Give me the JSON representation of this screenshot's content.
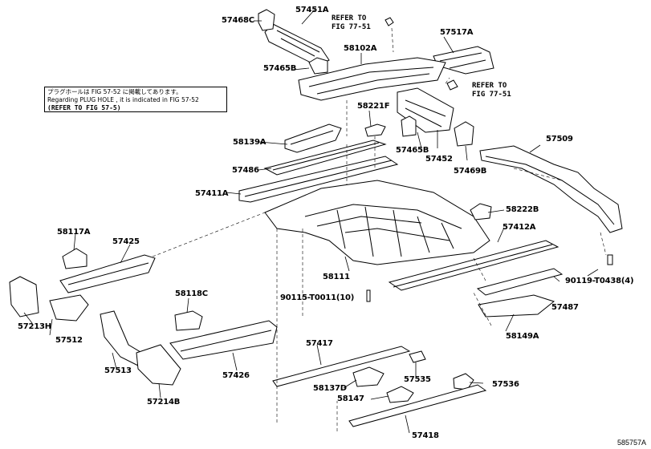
{
  "labels": {
    "p57468C": "57468C",
    "p57451A": "57451A",
    "p57517A": "57517A",
    "p58102A": "58102A",
    "p57465B_top": "57465B",
    "p58221F": "58221F",
    "p57465B_mid": "57465B",
    "p57452": "57452",
    "p57469B": "57469B",
    "p58139A": "58139A",
    "p57509": "57509",
    "p57486": "57486",
    "p57411A": "57411A",
    "p58222B": "58222B",
    "p58117A": "58117A",
    "p57425": "57425",
    "p57412A": "57412A",
    "p58111": "58111",
    "p90119": "90119-T0438(4)",
    "p57213H": "57213H",
    "p57512": "57512",
    "p58118C": "58118C",
    "p90115": "90115-T0011(10)",
    "p57487": "57487",
    "p58149A": "58149A",
    "p57513": "57513",
    "p57426": "57426",
    "p57417": "57417",
    "p57535": "57535",
    "p57536": "57536",
    "p57214B": "57214B",
    "p58137D": "58137D",
    "p58147": "58147",
    "p57418": "57418"
  },
  "refs": {
    "top_line1": "REFER TO",
    "top_line2": "FIG 77-51",
    "right_line1": "REFER TO",
    "right_line2": "FIG 77-51"
  },
  "note": {
    "line1": "プラグホールは FIG 57-52 に掲載してあります。",
    "line2": "Regarding PLUG HOLE , it is indicated in FIG 57-52",
    "line3": "(REFER TO FIG 57-5)"
  },
  "figure_code": "585757A"
}
